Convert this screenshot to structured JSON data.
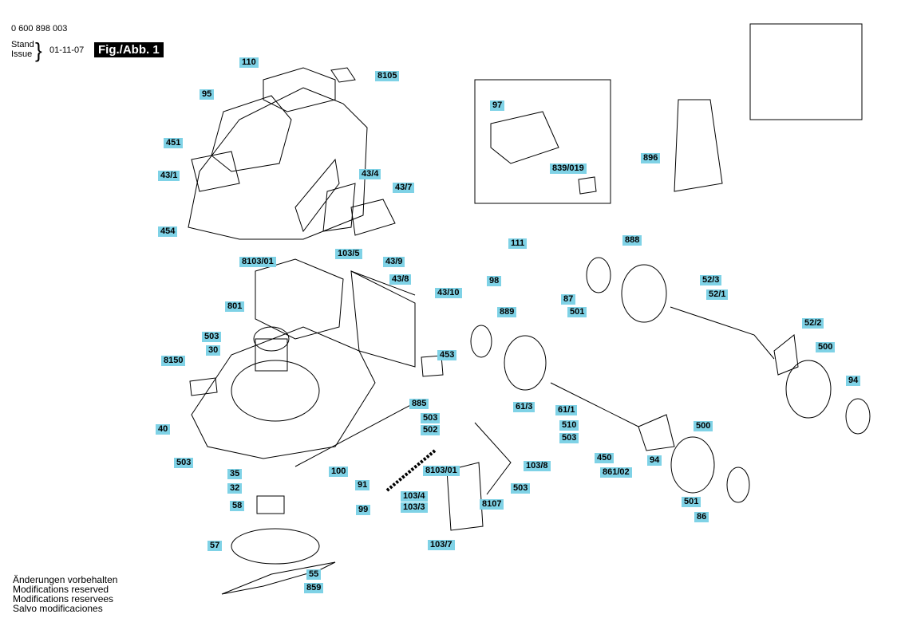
{
  "header": {
    "doc_number": "0 600 898 003",
    "stand_label": "Stand",
    "issue_label": "Issue",
    "date": "01-11-07",
    "figure_label": "Fig./Abb. 1"
  },
  "footer": {
    "notes": [
      "Änderungen vorbehalten",
      "Modifications reserved",
      "Modifications reservees",
      "Salvo modificaciones"
    ]
  },
  "parts": [
    "110",
    "8105",
    "95",
    "451",
    "43/1",
    "43/4",
    "43/7",
    "454",
    "97",
    "839/019",
    "896",
    "111",
    "8103/01",
    "103/5",
    "43/9",
    "98",
    "43/8",
    "801",
    "43/10",
    "503",
    "30",
    "453",
    "8150",
    "888",
    "87",
    "501",
    "52/3",
    "52/1",
    "889",
    "52/2",
    "500",
    "61/3",
    "94",
    "885",
    "503",
    "502",
    "61/1",
    "510",
    "500",
    "40",
    "503",
    "450",
    "861/02",
    "94",
    "503",
    "35",
    "100",
    "103/8",
    "8103/01",
    "32",
    "91",
    "503",
    "103/4",
    "103/3",
    "8107",
    "58",
    "99",
    "501",
    "86",
    "103/7",
    "57",
    "55",
    "859"
  ],
  "colors": {
    "label_bg": "#7fd2e6",
    "line": "#000000"
  }
}
